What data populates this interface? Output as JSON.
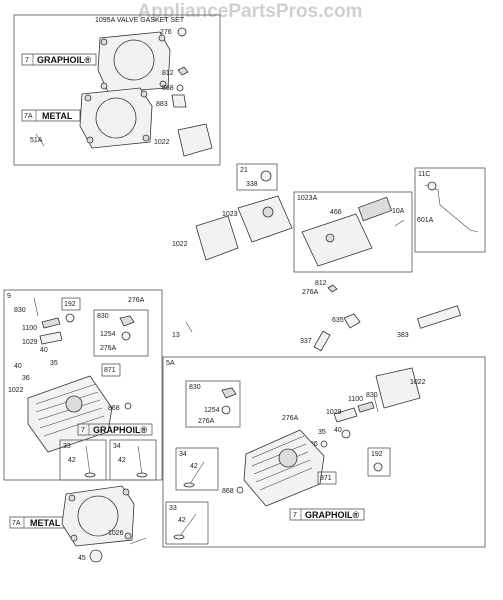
{
  "watermark": "AppliancePartsPros.com",
  "kits": {
    "graphoil_top": {
      "num": "7",
      "label": "GRAPHOIL®"
    },
    "metal_top": {
      "num": "7A",
      "label": "METAL"
    },
    "graphoil_left": {
      "num": "7",
      "label": "GRAPHOIL®"
    },
    "metal_bottom": {
      "num": "7A",
      "label": "METAL"
    },
    "graphoil_right": {
      "num": "7",
      "label": "GRAPHOIL®"
    }
  },
  "boxes": {
    "gasket_set": "1095A VALVE GASKET SET",
    "b21": "21",
    "b1023A": "1023A",
    "b11C": "11C",
    "b9": "9",
    "b192a": "192",
    "b830a": "830",
    "b871a": "871",
    "b33a": "33",
    "b34a": "34",
    "b5A": "5A",
    "b830b": "830",
    "b34b": "34",
    "b33b": "33",
    "b192b": "192",
    "b871b": "871"
  },
  "labels": {
    "p276_top": "276",
    "p812_top": "812",
    "p868_top": "868",
    "p883": "883",
    "p51A": "51A",
    "p1022_top": "1022",
    "p338": "338",
    "p1023": "1023",
    "p1022_mid": "1022",
    "p466": "466",
    "p10A": "10A",
    "p601A": "601A",
    "p812_mid": "812",
    "p276A_mid": "276A",
    "p830_l": "830",
    "p1100_l": "1100",
    "p1029_l": "1029",
    "p40_l1": "40",
    "p35": "35",
    "p40_l2": "40",
    "p36_l": "36",
    "p1022_l": "1022",
    "p276A_l": "276A",
    "p1254_l": "1254",
    "p276A_l2": "276A",
    "p868_l": "868",
    "p42_l1": "42",
    "p42_l2": "42",
    "p13": "13",
    "p635": "635",
    "p337": "337",
    "p383": "383",
    "p1022_r": "1022",
    "p1254_r": "1254",
    "p276A_r": "276A",
    "p276A_r2": "276A",
    "p1029_r": "1029",
    "p1100_r": "1100",
    "p830_r": "830",
    "p40_r": "40",
    "p35_r": "35",
    "p36_r": "36",
    "p42_r1": "42",
    "p868_r": "868",
    "p42_r2": "42",
    "p1026": "1026",
    "p45": "45"
  }
}
